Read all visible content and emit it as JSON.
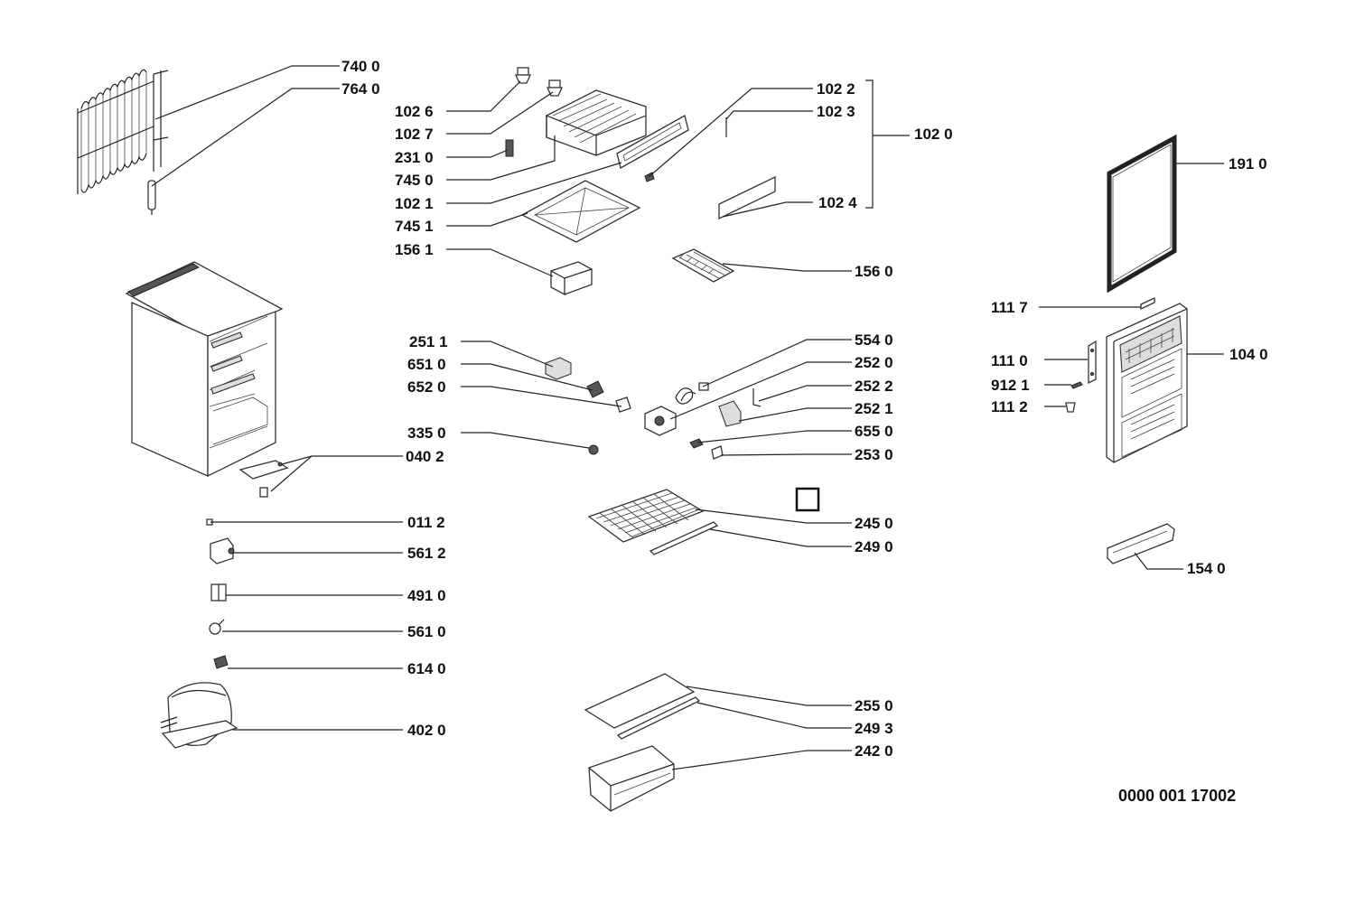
{
  "labels": {
    "p740_0": "740 0",
    "p764_0": "764 0",
    "p102_6": "102 6",
    "p102_7": "102 7",
    "p231_0": "231 0",
    "p745_0": "745 0",
    "p102_1": "102 1",
    "p745_1": "745 1",
    "p156_1": "156 1",
    "p102_2": "102 2",
    "p102_3": "102 3",
    "p102_0": "102 0",
    "p102_4": "102 4",
    "p156_0": "156 0",
    "p191_0": "191 0",
    "p111_7": "111 7",
    "p111_0": "111 0",
    "p104_0": "104 0",
    "p912_1": "912 1",
    "p111_2": "111 2",
    "p154_0": "154 0",
    "p251_1": "251 1",
    "p651_0": "651 0",
    "p652_0": "652 0",
    "p335_0": "335 0",
    "p040_2": "040 2",
    "p554_0": "554 0",
    "p252_0": "252 0",
    "p252_2": "252 2",
    "p252_1": "252 1",
    "p655_0": "655 0",
    "p253_0": "253 0",
    "p245_0": "245 0",
    "p249_0": "249 0",
    "p011_2": "011 2",
    "p561_2": "561 2",
    "p491_0": "491 0",
    "p561_0": "561 0",
    "p614_0": "614 0",
    "p402_0": "402 0",
    "p255_0": "255 0",
    "p249_3": "249 3",
    "p242_0": "242 0"
  },
  "drawing_id": "0000 001 17002"
}
